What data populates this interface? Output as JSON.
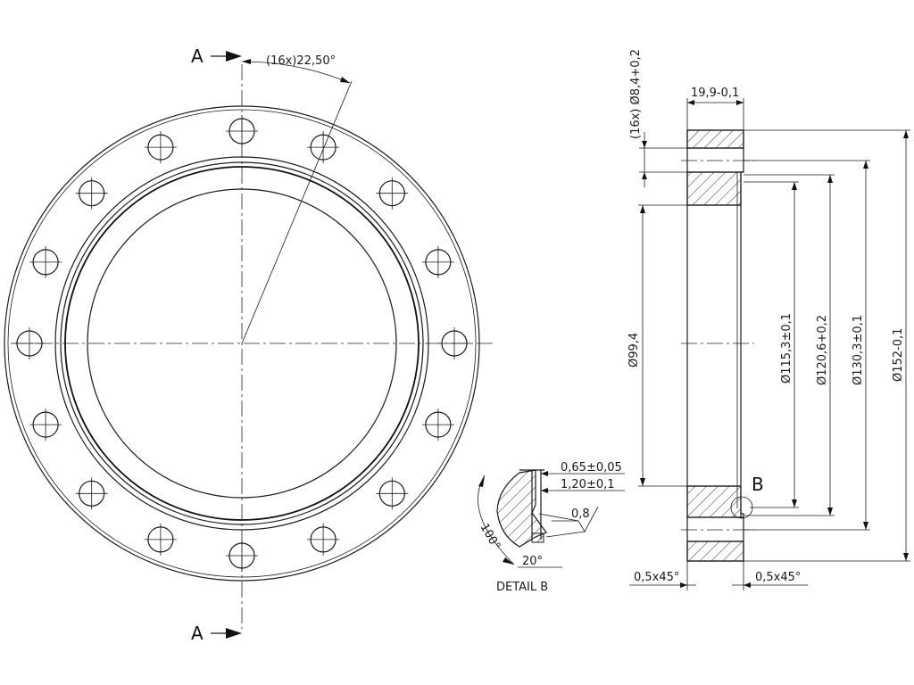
{
  "section_labels": {
    "top": "A",
    "bottom": "A",
    "detail_marker": "B"
  },
  "front_view": {
    "angle_note": "(16x)22,50°"
  },
  "side_view": {
    "hole_dim": "(16x) Ø8,4+0,2",
    "width_dim": "19,9-0,1",
    "d_99": "Ø99,4",
    "d_115": "Ø115,3±0,1",
    "d_120": "Ø120,6+0,2",
    "d_130": "Ø130,3±0,1",
    "d_152": "Ø152-0,1",
    "chamfer_left": "0,5x45°",
    "chamfer_right": "0,5x45°"
  },
  "detail": {
    "title": "DETAIL B",
    "dim_depth": "0,65±0,05",
    "dim_width": "1,20±0,1",
    "roughness": "0,8",
    "angle_100": "100°",
    "angle_20": "20°"
  }
}
